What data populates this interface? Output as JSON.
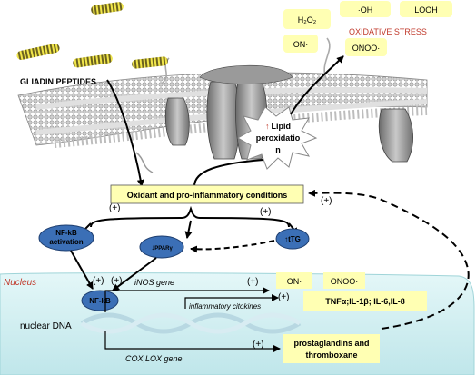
{
  "membrane_label": "GLIADIN PEPTIDES",
  "oxidative_stress": {
    "label": "OXIDATIVE STRESS",
    "species": [
      "H₂O₂",
      "·OH",
      "LOOH",
      "ON·",
      "ONOO·"
    ]
  },
  "lipid_peroxidation": {
    "arrow": "↑",
    "line1": "Lipid",
    "line2": "peroxidatio",
    "line3": "n"
  },
  "central_box": "Oxidant and pro-inflammatory conditions",
  "plus_label": "(+)",
  "nfkb_activation": {
    "line1": "NF-kB",
    "line2": "activation"
  },
  "ppar": {
    "arrow": "↓",
    "label": "PPARγ"
  },
  "ttg": {
    "arrow": "↑",
    "label": "tTG"
  },
  "nucleus": {
    "title": "Nucleus",
    "nfkb": "NF-kB",
    "inos_gene": "iNOS gene",
    "cox_lox_gene": "COX,LOX gene",
    "nuclear_dna": "nuclear DNA",
    "inflammatory_cytokines": "inflammatory citokines",
    "products_on": "ON·",
    "products_onoo": "ONOO·",
    "cytokines": "TNFα;IL-1β; IL-6,IL-8",
    "prostaglandins_line1": "prostaglandins and",
    "prostaglandins_line2": "thromboxane"
  },
  "colors": {
    "yellow_box": "#ffffb3",
    "ellipse_blue": "#3b6fb6",
    "nucleus_fill": "#cdeef0",
    "red_text": "#c0392b"
  }
}
